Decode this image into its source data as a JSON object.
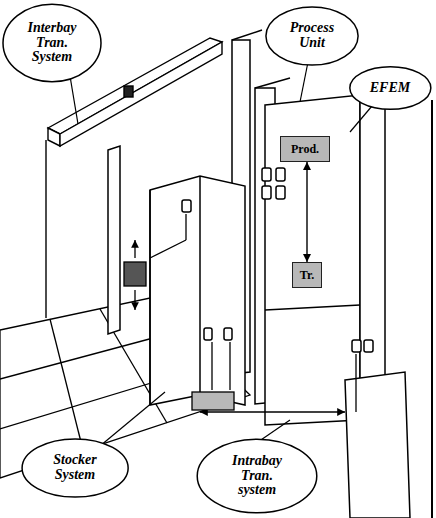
{
  "diagram": {
    "nodes": [
      {
        "text": [
          "Interbay Tran. System"
        ]
      },
      {
        "text": [
          "Process Unit"
        ]
      },
      {
        "text": [
          "EFEM"
        ]
      },
      {
        "text": [
          "Stocker System"
        ]
      },
      {
        "text": [
          "Intrabay Tran. system"
        ]
      },
      {
        "text": [
          "Prod."
        ]
      },
      {
        "text": [
          "Tr."
        ]
      }
    ],
    "edges": [
      {
        "from": 5,
        "to": 6,
        "arrow": "both"
      }
    ]
  }
}
